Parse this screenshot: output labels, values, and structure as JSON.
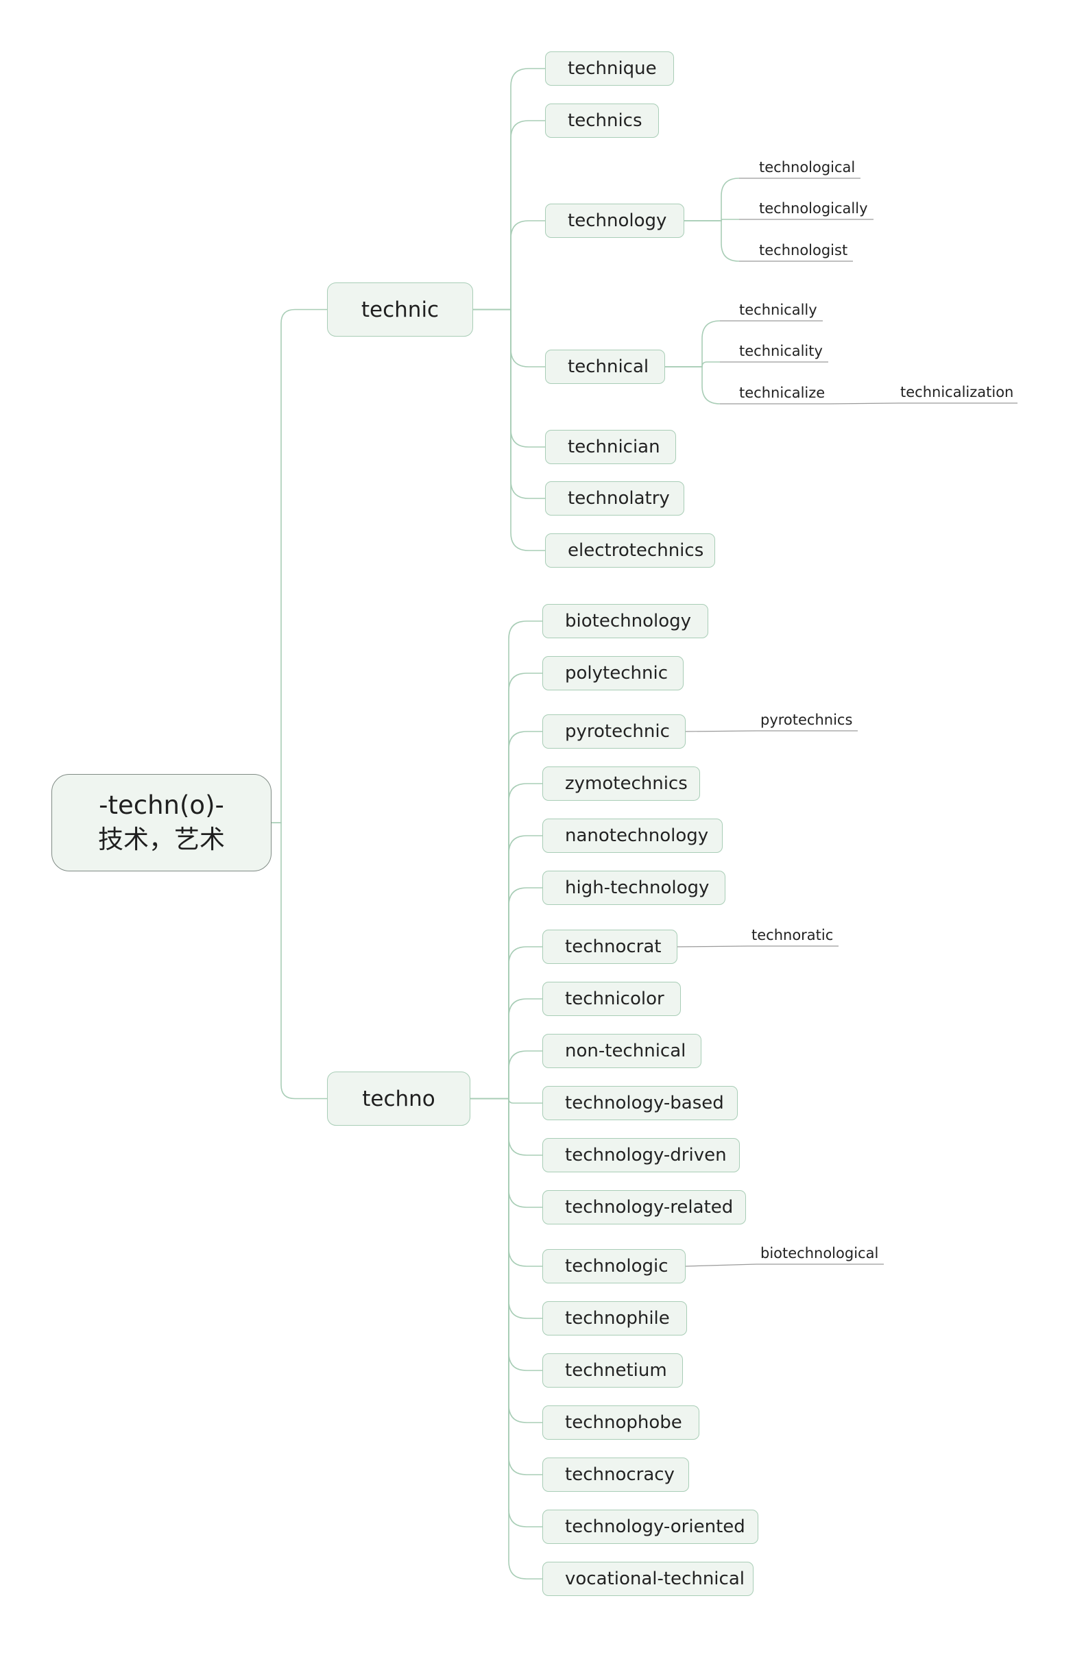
{
  "root": {
    "line1": "-techn(o)-",
    "line2": "技术，艺术"
  },
  "branches": [
    {
      "label": "technic",
      "children": [
        {
          "label": "technique"
        },
        {
          "label": "technics"
        },
        {
          "label": "technology",
          "children": [
            {
              "label": "technological"
            },
            {
              "label": "technologically"
            },
            {
              "label": "technologist"
            }
          ]
        },
        {
          "label": "technical",
          "children": [
            {
              "label": "technically"
            },
            {
              "label": "technicality"
            },
            {
              "label": "technicalize",
              "children": [
                {
                  "label": "technicalization"
                }
              ]
            }
          ]
        },
        {
          "label": "technician"
        },
        {
          "label": "technolatry"
        },
        {
          "label": "electrotechnics"
        }
      ]
    },
    {
      "label": "techno",
      "children": [
        {
          "label": "biotechnology"
        },
        {
          "label": "polytechnic"
        },
        {
          "label": "pyrotechnic",
          "children": [
            {
              "label": "pyrotechnics"
            }
          ]
        },
        {
          "label": "zymotechnics"
        },
        {
          "label": "nanotechnology"
        },
        {
          "label": "high-technology"
        },
        {
          "label": "technocrat",
          "children": [
            {
              "label": "technoratic"
            }
          ]
        },
        {
          "label": "technicolor"
        },
        {
          "label": "non-technical"
        },
        {
          "label": "technology-based"
        },
        {
          "label": "technology-driven"
        },
        {
          "label": "technology-related"
        },
        {
          "label": "technologic",
          "children": [
            {
              "label": "biotechnological"
            }
          ]
        },
        {
          "label": "technophile"
        },
        {
          "label": "technetium"
        },
        {
          "label": "technophobe"
        },
        {
          "label": "technocracy"
        },
        {
          "label": "technology-oriented"
        },
        {
          "label": "vocational-technical"
        }
      ]
    }
  ],
  "colors": {
    "connector": "#a8cdb6",
    "node_fill": "#eff5f0",
    "root_border": "#7f8a84",
    "leaf_underline": "#9a9a9a"
  }
}
